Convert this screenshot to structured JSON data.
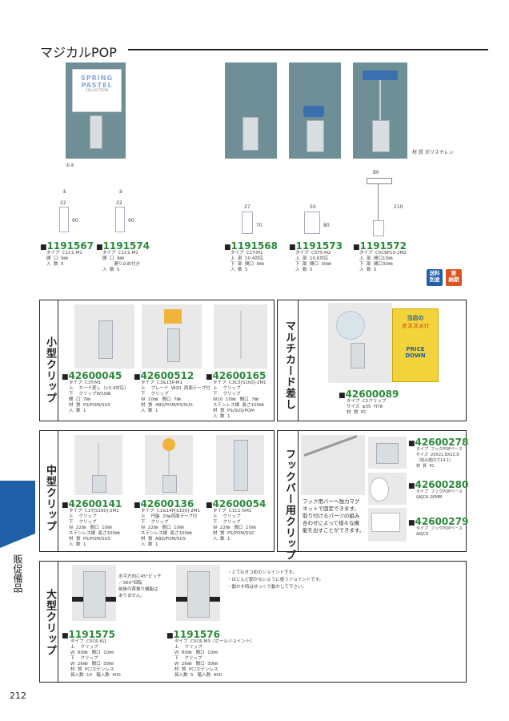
{
  "header": {
    "title": "マジカルPOP"
  },
  "top": {
    "sign_text": [
      "SPRING",
      "PASTEL",
      "COLLECTION"
    ],
    "caption": "①②",
    "material_note": "材 質  ポリスチレン",
    "labels": {
      "c1": "①",
      "c2": "②"
    },
    "dims": {
      "d22a": "22",
      "d90a": "90",
      "d22b": "22",
      "d90b": "90",
      "d27": "27",
      "d70": "70",
      "d50": "50",
      "d80a": "80",
      "d80b": "80",
      "d210": "210"
    },
    "products": [
      {
        "code": "1191567",
        "spec": "タイプ  C1C1-M1\n間  口  9㎜\n入  数  5"
      },
      {
        "code": "1191574",
        "spec": "タイプ  C1C1-M1\n間  口  9㎜\n        滑り止め付き\n入  数  5"
      },
      {
        "code": "1191568",
        "spec": "タイプ  C1T-M1\n上  部  10.4対応\n下  部  間口  9㎜\n入  数  5"
      },
      {
        "code": "1191573",
        "spec": "タイプ  C5T5-M2\n上  部  10.6対応\n下  部  間口  30㎜\n入  数  5"
      },
      {
        "code": "1191572",
        "spec": "タイプ  C5C6P10-2M2\n上  部  間口10㎜\n下  部  間口30㎜\n入  数  5"
      }
    ],
    "badges": {
      "shipping": "送料\n別途",
      "order": "要\n納期"
    }
  },
  "small_clip": {
    "label": "小型クリップ",
    "products": [
      {
        "code": "42600045",
        "spec": "タイプ  C3T-M1\n上    カード差し（t:0.4対応）\n下    クリップW10㎜\n間  口  7㎜\n材  質  PS/POM/SUS\n入  数  1"
      },
      {
        "code": "42600512",
        "spec": "タイプ  C3&13P-M1\n上    ブレード  W20  両面テープ付\n下    クリップ\nW  10㎜   間口  7㎜\n材  質  ABS/POM/PS/SUS\n入  数  1"
      },
      {
        "code": "42600165",
        "spec": "タイプ  C3C3[S100]-2M1\n上    クリップ\n下    クリップ\nW10  10㎜   間口  7㎜\nステンレス線  長さ100㎜\n材  質  PS/SUS/POM\n入  数  1"
      }
    ]
  },
  "multi_card": {
    "label": "マルチカード差し",
    "pop_text": [
      "当店の",
      "オススメ!!",
      "PRICE",
      "DOWN"
    ],
    "code": "42600089",
    "spec": "タイプ  C1クリップ\nサイズ  φ35  H78\n材  質  PC"
  },
  "mid_clip": {
    "label": "中型クリップ",
    "products": [
      {
        "code": "42600141",
        "spec": "タイプ  C1T[S100]-2M1\n上    クリップ\n下    クリップ\nW  22㎜   間口  10㎜\nステンレス線  長さ100㎜\n材  質  PS/POM/SUS\n入  数  1"
      },
      {
        "code": "42600136",
        "spec": "タイプ  C1&14P[S100]-2M1\n上    円盤  20φ両面テープ付\n下    クリップ\nW  22㎜   間口  10㎜\nステンレス線  長さ100㎜\n材  質  ABS/POM/SUS\n入  数  1"
      },
      {
        "code": "42600054",
        "spec": "タイプ  C1C1-5M1\n上    クリップ\n下    クリップ\nW  22㎜   間口  10㎜\n材  質  PS/POM/SUC\n入  数  1"
      }
    ]
  },
  "hook_clip": {
    "label": "フックバー用クリップ",
    "description": "フック用バーへ強力マグ\nネットで固定できます。\n取り付けるパーツの組み\n合わせによって様々な機\n能を出すことができます。",
    "products": [
      {
        "code": "42600278",
        "spec": "タイプ  フックPOPベース\nサイズ  20X21.8X22.8\n（挟み部内寸14.1）\n材  質  PC"
      },
      {
        "code": "42600280",
        "spec": "タイプ  フックPOPベース\n&KJC6-2KMM"
      },
      {
        "code": "42600279",
        "spec": "タイプ  フックPOPベース\n&KJC6"
      }
    ]
  },
  "large_clip": {
    "label": "大型クリップ",
    "rotation_note": "水平方向に45°ピッチ\n／360°回転\n前後の首振り機能は\nありません。",
    "joint_note": "・とてもきつめのジョイントです。\n・ほとんど動かないように使うジョイントです。\n・動かす時はゆっくり動かして下さい。",
    "products": [
      {
        "code": "1191575",
        "spec": "タイプ  C5C6-KJ1\n上    クリップ\nW  80㎜   間口  10㎜\n下    クリップ\nW  26㎜   間口  30㎜\n材  質  PC/ステンレス\n袋入数  10   箱入数  400"
      },
      {
        "code": "1191576",
        "spec": "タイプ  C5C6-M3（ボールジョイント）\n上    クリップ\nW  80㎜   間口  10㎜\n下    クリップ\nW  26㎜   間口  30㎜\n材  質  PC/ステンレス\n袋入数  5   箱入数  400"
      }
    ]
  },
  "side": {
    "category": "販促備品"
  },
  "footer": {
    "page": "212"
  }
}
